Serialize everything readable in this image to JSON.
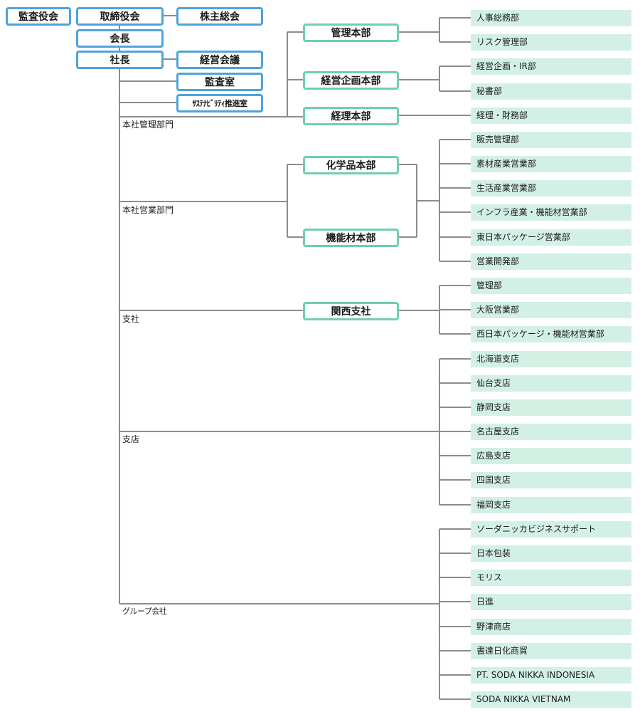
{
  "top": {
    "audit_board": "監査役会",
    "board": "取締役会",
    "shareholders": "株主総会",
    "chairman": "会長",
    "president": "社長",
    "management_meeting": "経営会議",
    "audit_office": "監査室",
    "sustainability": "ｻｽﾃﾅﾋﾞﾘﾃｨ推進室"
  },
  "categories": {
    "hq_admin": "本社管理部門",
    "hq_sales": "本社営業部門",
    "branch_office": "支社",
    "branches": "支店",
    "group": "グループ会社"
  },
  "divisions": {
    "admin": "管理本部",
    "planning": "経営企画本部",
    "accounting": "経理本部",
    "chemicals": "化学品本部",
    "functional": "機能材本部",
    "kansai": "関西支社"
  },
  "departments": [
    "人事総務部",
    "リスク管理部",
    "経営企画・IR部",
    "秘書部",
    "経理・財務部",
    "販売管理部",
    "素材産業営業部",
    "生活産業営業部",
    "インフラ産業・機能材営業部",
    "東日本パッケージ営業部",
    "営業開発部",
    "管理部",
    "大阪営業部",
    "西日本パッケージ・機能材営業部",
    "北海道支店",
    "仙台支店",
    "静岡支店",
    "名古屋支店",
    "広島支店",
    "四国支店",
    "福岡支店",
    "ソーダニッカビジネスサポート",
    "日本包装",
    "モリス",
    "日進",
    "野津商店",
    "書達日化商貿",
    "PT. SODA NIKKA INDONESIA",
    "SODA NIKKA VIETNAM"
  ]
}
